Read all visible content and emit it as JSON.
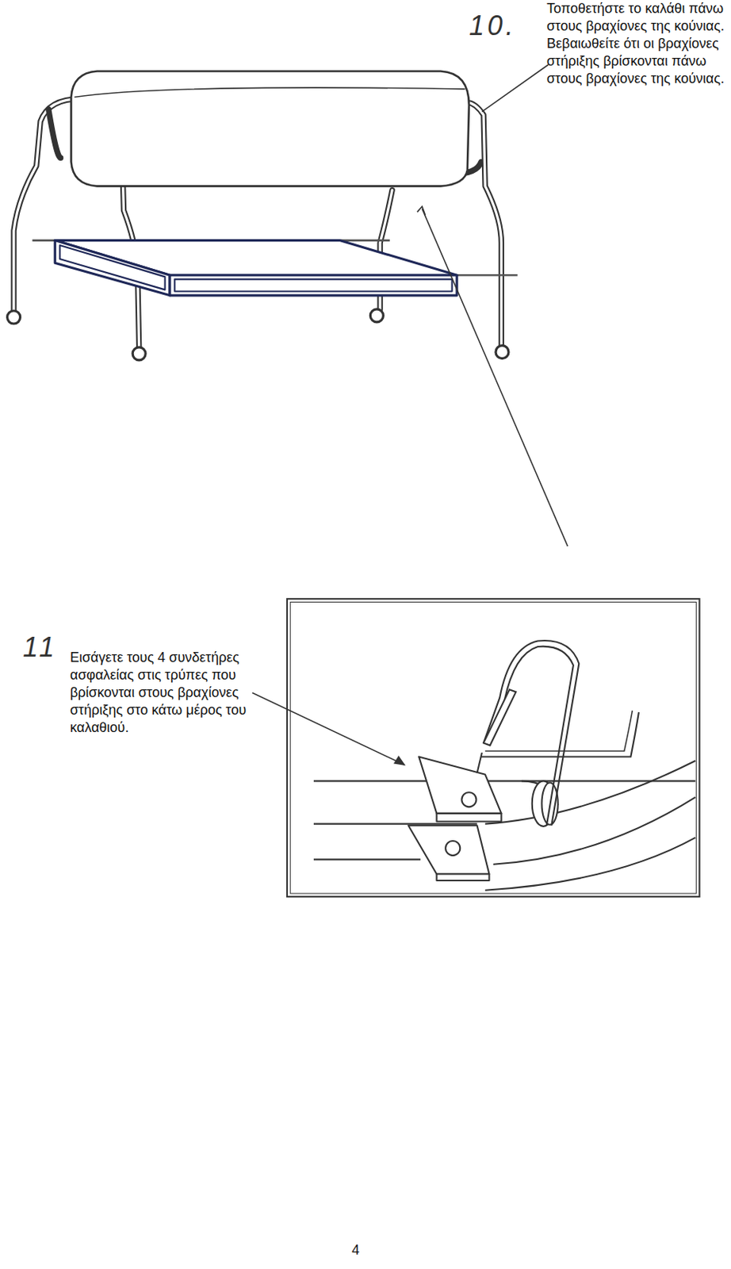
{
  "diagram": {
    "labels": [
      "10.",
      "Τοποθετήστε το καλάθι πάνω στους βραχίονες της κούνιας. Βεβαιωθείτε ότι οι βραχίονες στήριξης βρίσκονται πάνω στους βραχίονες της κούνιας.",
      "11",
      "Εισάγετε τους 4 συνδετήρες ασφαλείας στις τρύπες που βρίσκονται στους βραχίονες στήριξης στο κάτω μέρος του καλαθιού.",
      "4"
    ]
  }
}
